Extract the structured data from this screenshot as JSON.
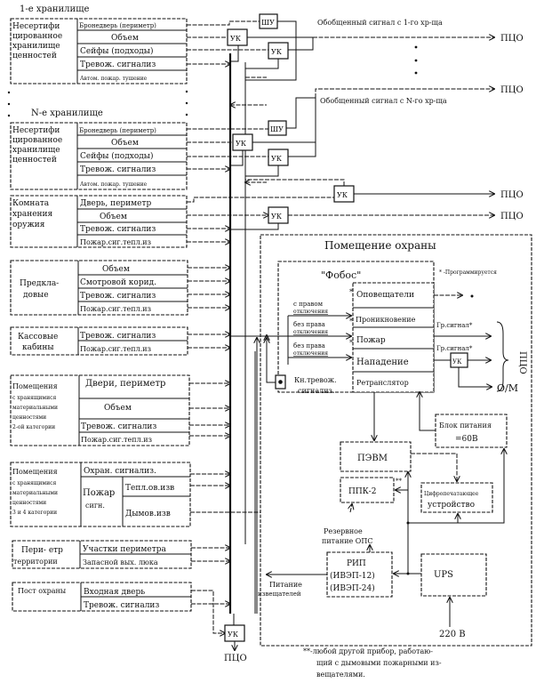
{
  "zones": [
    {
      "id": "storage-1",
      "heading": "1-е хранилище",
      "name_lines": [
        "Несертифи",
        "цированное",
        "хранилище",
        "ценностей"
      ],
      "signals": [
        "Бронедверь (периметр)",
        "Объем",
        "Сейфы (подходы)",
        "Тревож. сигнализ",
        "Автом. пожар. тушение"
      ]
    },
    {
      "id": "storage-n",
      "heading": "N-е хранилище",
      "name_lines": [
        "Несертифи",
        "цированное",
        "хранилище",
        "ценностей"
      ],
      "signals": [
        "Бронедверь (периметр)",
        "Объем",
        "Сейфы (подходы)",
        "Тревож. сигнализ",
        "Автом. пожар. тушение"
      ]
    },
    {
      "id": "weapons-room",
      "name_lines": [
        "Комната",
        "хранения",
        "оружия"
      ],
      "signals": [
        "Дверь, периметр",
        "Объем",
        "Тревож. сигнализ",
        "Пожар.сиг.тепл.из"
      ]
    },
    {
      "id": "vault-anterooms",
      "name_lines": [
        "Предкла-",
        "довые"
      ],
      "signals": [
        "Объем",
        "Смотровой корид.",
        "Тревож. сигнализ",
        "Пожар.сиг.тепл.из"
      ]
    },
    {
      "id": "cashier-booths",
      "name_lines": [
        "Кассовые",
        "кабины"
      ],
      "signals": [
        "Тревож. сигнализ",
        "Пожар.сиг.тепл.из"
      ]
    },
    {
      "id": "category-2-rooms",
      "name_lines": [
        "Помещения",
        "с хранящимися",
        "материальными",
        "ценностями",
        "2-ой категории"
      ],
      "signals": [
        "Двери, периметр",
        "Объем",
        "Тревож. сигнализ",
        "Пожар.сиг.тепл.из"
      ]
    },
    {
      "id": "category-3-4-rooms",
      "name_lines": [
        "Помещения",
        "с хранящимися",
        "материальными",
        "ценностями",
        "3 и 4 категории"
      ],
      "signals": [
        "Охран. сигнализ.",
        "Тепл.ов.изв",
        "Дымов.изв"
      ],
      "fire_group": [
        "Пожар",
        "сигн."
      ]
    },
    {
      "id": "territory-perimeter",
      "name_lines": [
        "Пери- етр",
        "территории"
      ],
      "signals": [
        "Участки периметра",
        "Запасной вых. люка"
      ]
    },
    {
      "id": "guard-post",
      "name_lines": [
        "Пост охраны"
      ],
      "signals": [
        "Входная дверь",
        "Тревож. сигнализ"
      ]
    }
  ],
  "units": {
    "uk": "УК",
    "shu": "ШУ",
    "pco": "ПЦО",
    "om": "О/М"
  },
  "generalized_signal_1": "Обобщенный сигнал с 1-го хр-ща",
  "generalized_signal_n": "Обобщенный сигнал с N-го хр-ща",
  "guard_room": {
    "title": "Помещение охраны",
    "fobos": {
      "title": "\"Фобос\"",
      "programmable_note": "* -Программируется",
      "outputs": [
        "Оповещатели",
        "Проникновение",
        "Пожар",
        "Нападение",
        "Ретранслятор"
      ],
      "input_modes": [
        [
          "с правом",
          "отключения"
        ],
        [
          "без права",
          "отключения"
        ],
        [
          "без права",
          "отключения"
        ]
      ],
      "group_signal": "Гр.сигнал*"
    },
    "alarm_button": [
      "Кн.тревож.",
      "сигнализ."
    ],
    "power_block": [
      "Блок питания",
      "=60В"
    ],
    "pc": "ПЭВМ",
    "ppk": "ППК-2",
    "ppk_mark": "**",
    "printer": [
      "Цифропечатающее",
      "устройство"
    ],
    "reserve_power": [
      "Резервное",
      "питание ОПС"
    ],
    "rip": [
      "РИП",
      "(ИВЭП-12)",
      "(ИВЭП-24)"
    ],
    "detector_power": [
      "Питание",
      "извещателей"
    ],
    "ups": "UPS",
    "mains": "220 В"
  },
  "footnote": [
    "**-любой другой прибор, работаю-",
    "щий с дымовыми пожарными из-",
    "вещателями."
  ]
}
